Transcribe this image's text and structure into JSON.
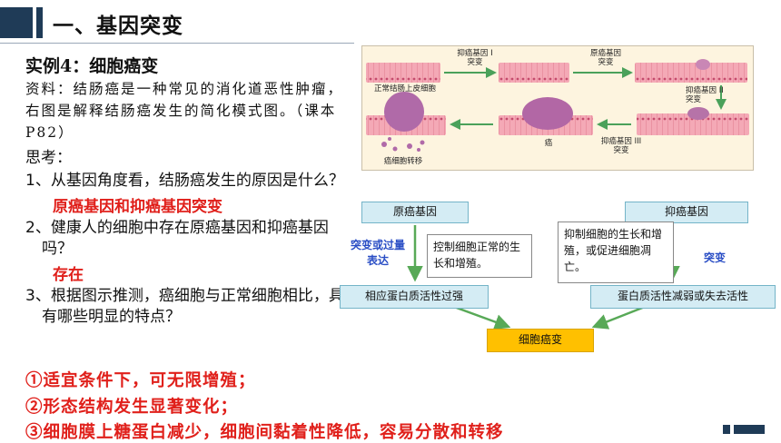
{
  "header": {
    "title": "一、基因突变"
  },
  "left": {
    "case_title": "实例4：细胞癌变",
    "material": "资料：结肠癌是一种常见的消化道恶性肿瘤，右图是解释结肠癌发生的简化模式图。（课本P82）",
    "think_label": "思考：",
    "q1": "1、从基因角度看，结肠癌发生的原因是什么？",
    "a1": "原癌基因和抑癌基因突变",
    "q2": "2、健康人的细胞中存在原癌基因和抑癌基因吗？",
    "a2": "存在",
    "q3": "3、根据图示推测，癌细胞与正常细胞相比，具有哪些明显的特点？",
    "a3_1": "①适宜条件下，可无限增殖；",
    "a3_2": "②形态结构发生显著变化；",
    "a3_3": "③细胞膜上糖蛋白减少，细胞间黏着性降低，容易分散和转移"
  },
  "figure": {
    "label_normal": "正常结肠上皮细胞",
    "label_tsg1": "抑癌基因 I\n突变",
    "label_onco": "原癌基因\n突变",
    "label_tsg2": "抑癌基因 II\n突变",
    "label_tsg3": "抑癌基因 III\n突变",
    "label_cancer": "癌",
    "label_meta": "癌细胞转移",
    "colors": {
      "tissue": "#f2a7b4",
      "cell": "#c66f9a",
      "arrow": "#4aa15a"
    }
  },
  "flow": {
    "proto": "原癌基因",
    "tumor_sup": "抑癌基因",
    "mut_or_over": "突变或过量表达",
    "proto_func": "控制细胞正常的生长和增殖。",
    "sup_func": "抑制细胞的生长和增殖，或促进细胞凋亡。",
    "mutation": "突变",
    "proto_result": "相应蛋白质活性过强",
    "sup_result": "蛋白质活性减弱或失去活性",
    "outcome": "细胞癌变"
  }
}
